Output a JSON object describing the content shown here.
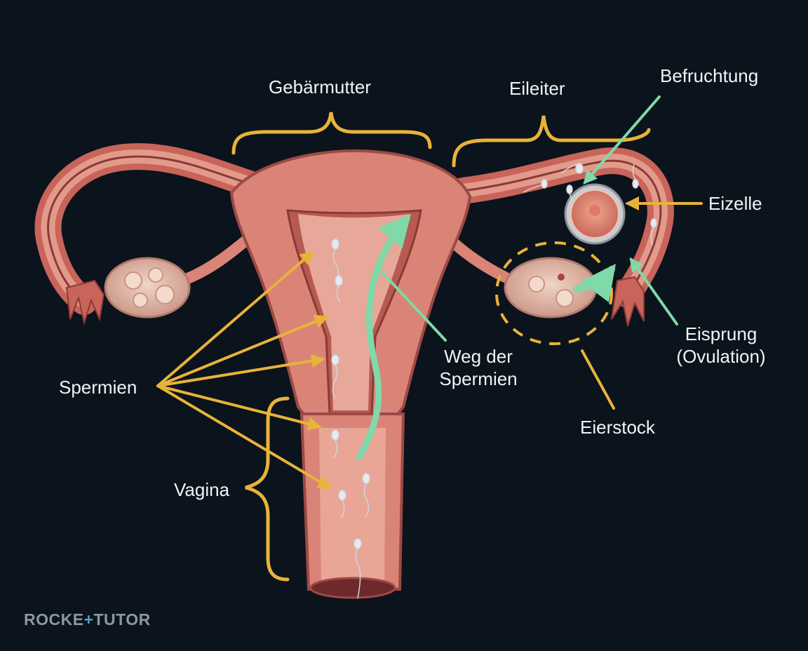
{
  "labels": {
    "uterus": "Gebärmutter",
    "fallopian_tube": "Eileiter",
    "fertilization": "Befruchtung",
    "egg_cell": "Eizelle",
    "ovulation_line1": "Eisprung",
    "ovulation_line2": "(Ovulation)",
    "sperm_path_line1": "Weg der",
    "sperm_path_line2": "Spermien",
    "ovary": "Eierstock",
    "sperm": "Spermien",
    "vagina": "Vagina"
  },
  "logo": {
    "part1": "ROCKE",
    "plus": "+",
    "part2": "TUTOR"
  },
  "colors": {
    "background": "#0b131c",
    "annotation_yellow": "#e8b33a",
    "annotation_green": "#7fd9a8",
    "tissue": "#d98476",
    "tissue_dark": "#9c4a45",
    "ovary": "#e6c1b1",
    "text": "#f2f4f6"
  },
  "icons": [
    "sperm-cell-icon",
    "egg-cell-icon",
    "arrow-icon",
    "brace-icon"
  ]
}
